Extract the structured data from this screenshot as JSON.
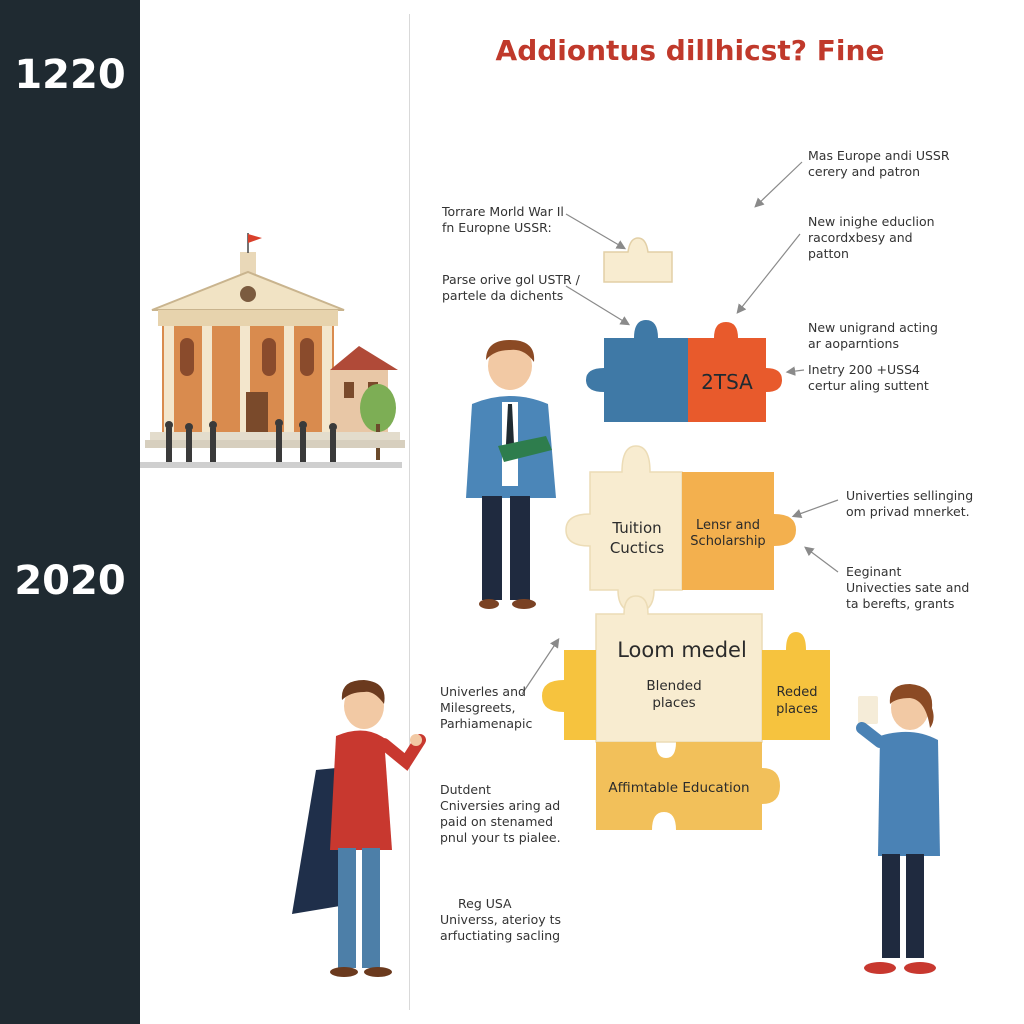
{
  "timeline": {
    "year_top": "1220",
    "year_bottom": "2020"
  },
  "title": "Addiontus dillhicst? Fine",
  "notes": {
    "top_right": "Mas Europe andi USSR\ncerery and patron",
    "left_1": "Torrare Morld War Il\nfn Europne USSR:",
    "left_2": "Parse orive gol USTR /\npartele da dichents",
    "right_2": "New inighe educlion\nracordxbesy and\npatton",
    "right_3": "New unigrand acting\nar aoparntions",
    "right_4": "Inetry 200 +USS4\ncertur aling suttent",
    "right_5": "Univerties sellinging\nom privad mnerket.",
    "right_6_heading": "Eeginant",
    "right_6_body": "Univecties sate and\nta berefts, grants",
    "left_3": "Univerles and\nMilesgreets,\nParhiamenapic",
    "left_4_heading": "Dutdent",
    "left_4_body": "Cniversies aring ad\npaid on stenamed\npnul your ts pialee.",
    "left_5_heading": "Reg USA",
    "left_5_body": "Universs, aterioy ts\narfuctiating sacling"
  },
  "puzzle": {
    "red_piece": "2TSA",
    "tuition": "Tuition\nCuctics",
    "scholarship": "Lensr and\nScholarship",
    "loom_title": "Loom medel",
    "blended": "Blended\nplaces",
    "reded": "Reded\nplaces",
    "affordable": "Affimtable Education"
  },
  "colors": {
    "sidebar": "#1f2a31",
    "title": "#c0392b",
    "blue_piece": "#3f79a6",
    "red_piece": "#e85a2c",
    "cream_piece": "#f8ecd0",
    "orange_piece": "#f3b04e",
    "yellow_piece": "#f6c33e",
    "affordable_piece": "#f2c05a"
  }
}
